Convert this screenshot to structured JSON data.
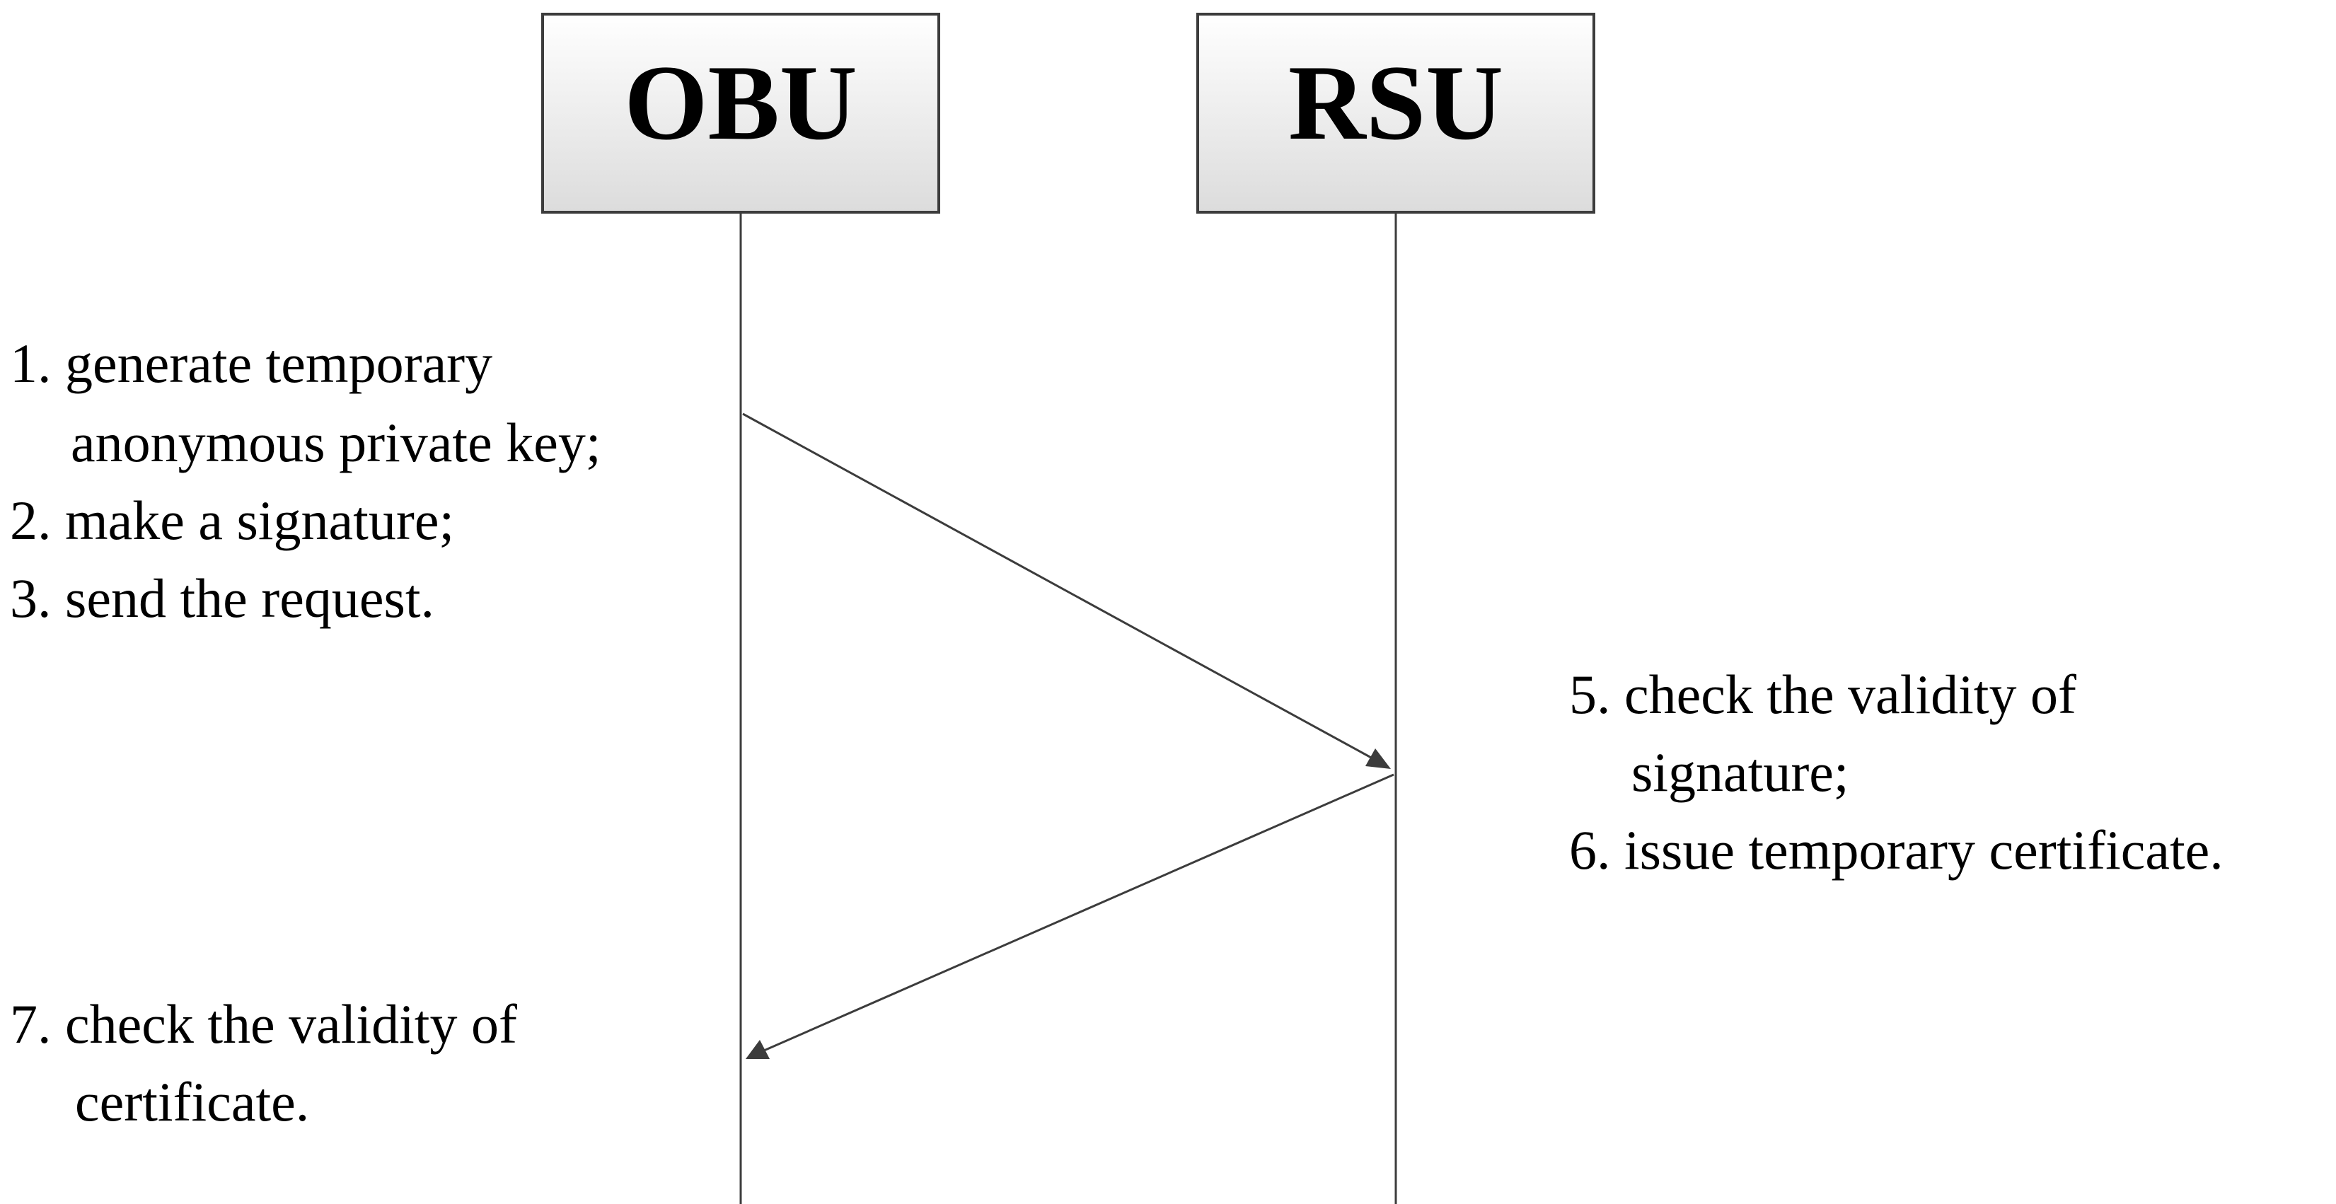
{
  "diagram": {
    "actors": [
      {
        "id": "obu",
        "label": "OBU"
      },
      {
        "id": "rsu",
        "label": "RSU"
      }
    ],
    "notes": {
      "obu_request": [
        "1. generate temporary",
        "anonymous private key;",
        "2. make a signature;",
        "3. send the request."
      ],
      "rsu_verify": [
        "5. check the validity of",
        "signature;",
        "6. issue temporary certificate."
      ],
      "obu_check": [
        "7. check the validity of",
        "certificate."
      ]
    },
    "messages": [
      {
        "from": "obu",
        "to": "rsu"
      },
      {
        "from": "rsu",
        "to": "obu"
      }
    ],
    "colors": {
      "box_fill_top": "#ffffff",
      "box_fill_bottom": "#dcdcdc",
      "box_border": "#3c3c3c",
      "line": "#3c3c3c",
      "text": "#000000"
    }
  }
}
